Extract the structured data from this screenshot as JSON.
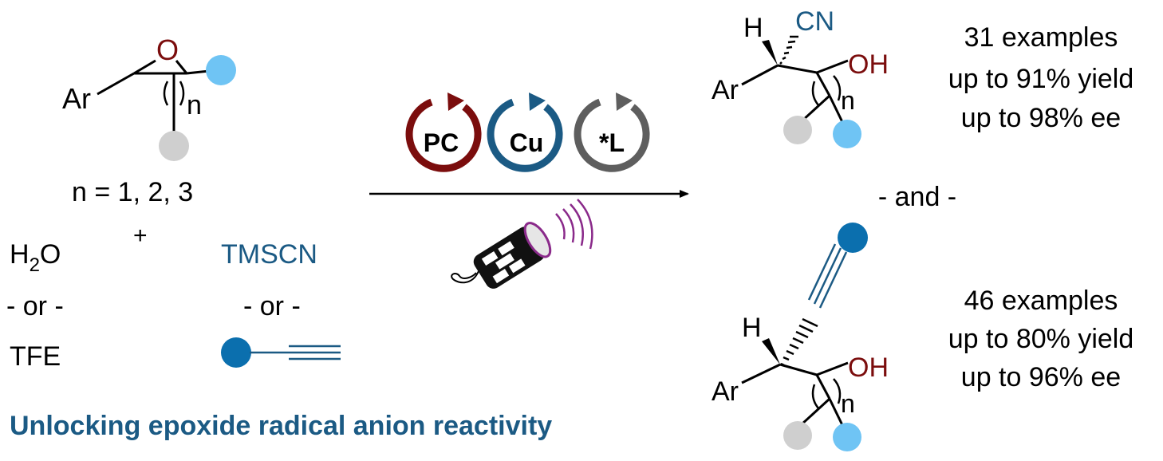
{
  "colors": {
    "black": "#000000",
    "dark_red": "#7b0d0d",
    "dark_blue": "#1b5a84",
    "mid_blue": "#0b6fae",
    "light_blue": "#6fc4f4",
    "gray": "#cfcfcf",
    "dark_gray": "#5e5e5e",
    "purple": "#8a2a8a"
  },
  "epoxide": {
    "aryl_label": "Ar",
    "oxygen_label": "O",
    "ring_size_label": "n",
    "ring_size_values": "n = 1, 2, 3"
  },
  "reagents": {
    "plus": "+",
    "water_H": "H",
    "water_subscript": "2",
    "water_O": "O",
    "or_left": "- or -",
    "tfe": "TFE",
    "tmscn": "TMSCN",
    "or_right": "- or -"
  },
  "catalysts": [
    {
      "label": "PC",
      "color_key": "dark_red"
    },
    {
      "label": "Cu",
      "color_key": "dark_blue"
    },
    {
      "label": "*L",
      "color_key": "dark_gray"
    }
  ],
  "product_nitrile": {
    "H_label": "H",
    "CN_label": "CN",
    "OH_label": "OH",
    "Ar_label": "Ar",
    "n_label": "n",
    "stats": [
      "31 examples",
      "up to 91% yield",
      "up to 98% ee"
    ]
  },
  "separator": "- and -",
  "product_alkyne": {
    "H_label": "H",
    "OH_label": "OH",
    "Ar_label": "Ar",
    "n_label": "n",
    "stats": [
      "46 examples",
      "up to 80% yield",
      "up to 96% ee"
    ]
  },
  "footer": "Unlocking epoxide radical anion reactivity"
}
